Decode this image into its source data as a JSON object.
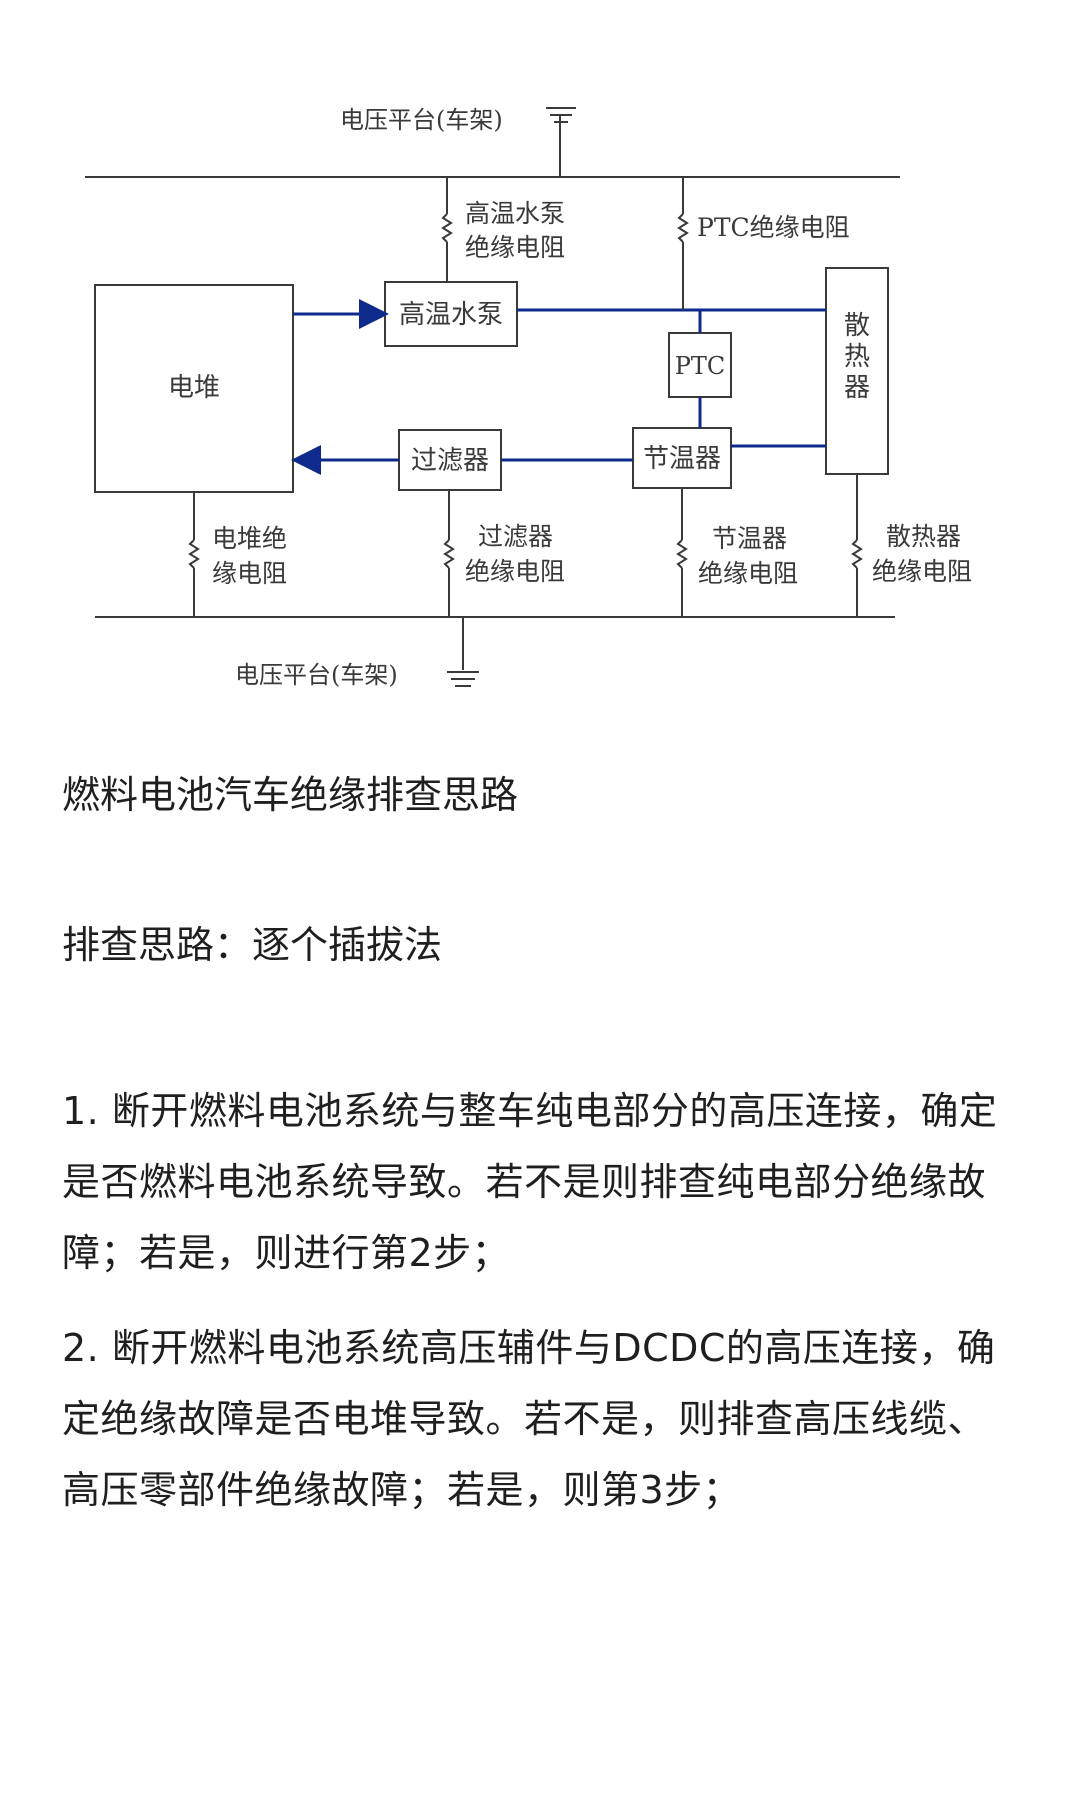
{
  "diagram": {
    "ground_label": "电压平台(车架)",
    "stack": "电堆",
    "high_temp_pump": "高温水泵",
    "ptc": "PTC",
    "radiator": "散热器",
    "filter": "过滤器",
    "thermostat": "节温器",
    "pump_resistor_line1": "高温水泵",
    "pump_resistor_line2": "绝缘电阻",
    "ptc_resistor": "PTC绝缘电阻",
    "stack_resistor_line1": "电堆绝",
    "stack_resistor_line2": "缘电阻",
    "filter_resistor_line1": "过滤器",
    "filter_resistor_line2": "绝缘电阻",
    "thermostat_resistor_line1": "节温器",
    "thermostat_resistor_line2": "绝缘电阻",
    "radiator_resistor_line1": "散热器",
    "radiator_resistor_line2": "绝缘电阻",
    "colors": {
      "line": "#3a3a3a",
      "flow": "#0d2a8c"
    }
  },
  "title": "燃料电池汽车绝缘排查思路",
  "subtitle": "排查思路：逐个插拔法",
  "steps": [
    "1. 断开燃料电池系统与整车纯电部分的高压连接，确定是否燃料电池系统导致。若不是则排查纯电部分绝缘故障；若是，则进行第2步；",
    "2. 断开燃料电池系统高压辅件与DCDC的高压连接，确定绝缘故障是否电堆导致。若不是，则排查高压线缆、高压零部件绝缘故障；若是，则第3步；"
  ]
}
